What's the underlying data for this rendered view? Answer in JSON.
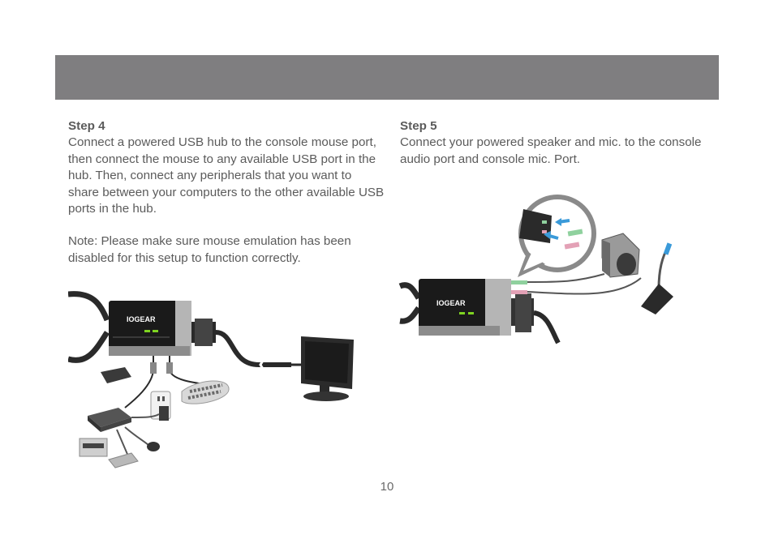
{
  "step4": {
    "title": "Step 4",
    "body": "Connect a powered USB hub to the console mouse port, then connect the mouse to any available USB port in the hub. Then, connect any peripherals that you want to share between your computers to the other available USB ports in the hub.",
    "note": "Note: Please make sure mouse emulation has been disabled for this setup to function correctly."
  },
  "step5": {
    "title": "Step 5",
    "body": "Connect your powered speaker and mic. to the console audio port and console mic. Port."
  },
  "brand": {
    "logo_text": "IOGEAR"
  },
  "colors": {
    "header_bar": "#7f7e80",
    "text": "#5b5b5b",
    "led": "#7ed321",
    "audio_green": "#8fd19e",
    "mic_pink": "#e3a1b6",
    "arrow_blue": "#3a9ad9"
  },
  "page_number": "10"
}
